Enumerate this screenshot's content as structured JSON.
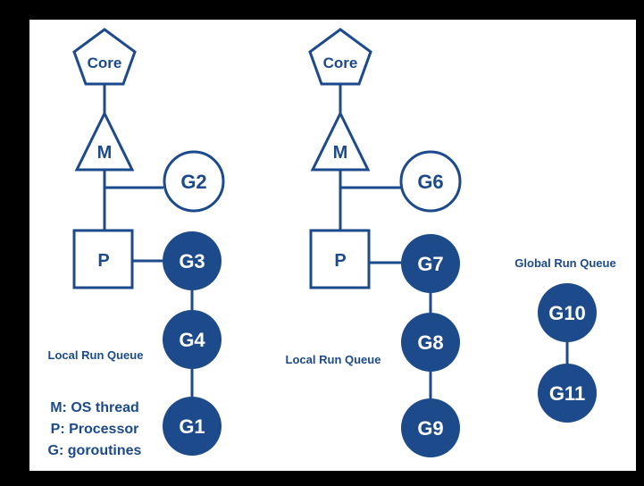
{
  "colors": {
    "background": "#000000",
    "panel": "#ffffff",
    "primary": "#1c4a8b"
  },
  "left_group": {
    "core": "Core",
    "machine": "M",
    "processor": "P",
    "running_goroutine": "G2",
    "queue": [
      "G3",
      "G4",
      "G1"
    ],
    "queue_label": "Local Run Queue"
  },
  "right_group": {
    "core": "Core",
    "machine": "M",
    "processor": "P",
    "running_goroutine": "G6",
    "queue": [
      "G7",
      "G8",
      "G9"
    ],
    "queue_label": "Local Run Queue"
  },
  "global_queue": {
    "label": "Global Run Queue",
    "items": [
      "G10",
      "G11"
    ]
  },
  "legend": {
    "lines": [
      "M: OS thread",
      "P: Processor",
      "G: goroutines"
    ]
  }
}
